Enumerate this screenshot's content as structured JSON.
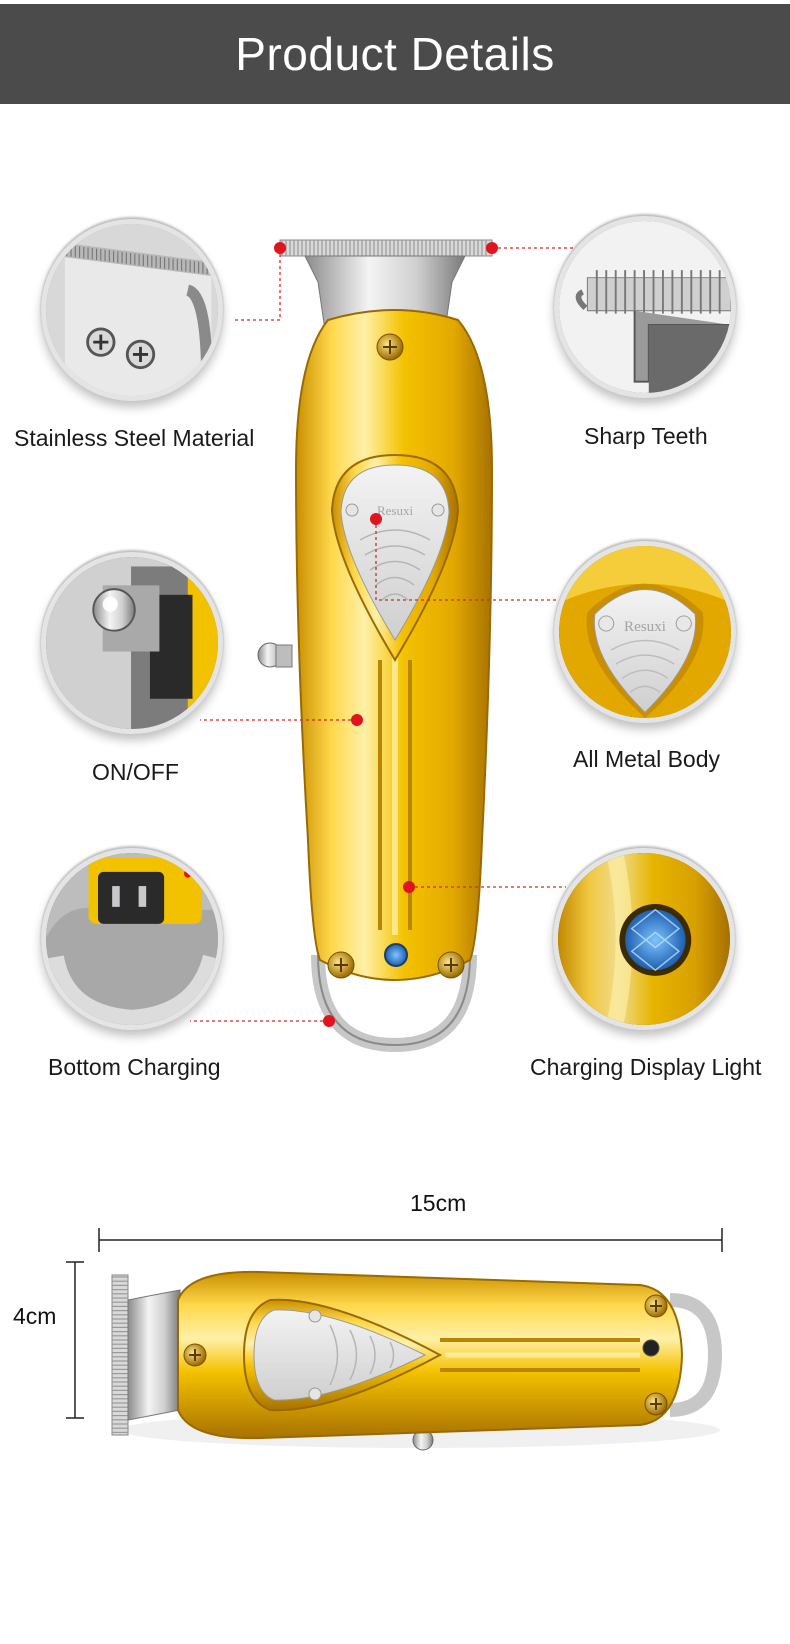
{
  "header": {
    "title": "Product Details"
  },
  "features": [
    {
      "label": "Stainless Steel Material",
      "icon": "blade-closeup-icon"
    },
    {
      "label": "Sharp Teeth",
      "icon": "teeth-closeup-icon"
    },
    {
      "label": "ON/OFF",
      "icon": "power-switch-icon"
    },
    {
      "label": "All Metal Body",
      "icon": "logo-plate-icon"
    },
    {
      "label": "Bottom Charging",
      "icon": "charging-port-icon"
    },
    {
      "label": "Charging Display Light",
      "icon": "indicator-light-icon"
    }
  ],
  "product": {
    "brand_mark": "Resuxi"
  },
  "dimensions": {
    "length": "15cm",
    "height": "4cm"
  },
  "colors": {
    "header_bg": "#4b4b4b",
    "gold": "#f2c200",
    "callout_dot": "#e0141e",
    "callout_line": "#d22a2a",
    "indicator_blue": "#2f7fd8"
  }
}
